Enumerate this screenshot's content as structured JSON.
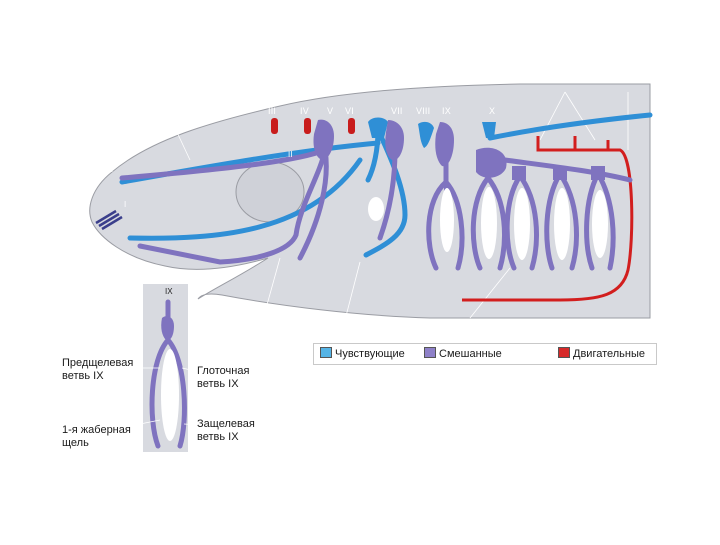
{
  "nerve_labels": [
    "III",
    "IV",
    "V",
    "VI",
    "VII",
    "VIII",
    "IX",
    "X"
  ],
  "small_labels": {
    "nerve_II": "II",
    "nerve_I": "I"
  },
  "inset": {
    "nerve": "IX",
    "pretrematic_branch": "Предщелевая\nветвь IX",
    "pharyngeal_branch": "Глоточная\nветвь IX",
    "gill_slit": "1-я жаберная\nщель",
    "posttrematic_branch": "Защелевая\nветвь IX"
  },
  "legend": [
    {
      "label": "Чувствующие",
      "color": "#55b4e6"
    },
    {
      "label": "Смешанные",
      "color": "#8e80c8"
    },
    {
      "label": "Двигательные",
      "color": "#d62a2a"
    }
  ],
  "colors": {
    "body": "#d9dbe1",
    "sensory": "#2f8fd6",
    "mixed": "#7f73bf",
    "motor": "#d21e1e",
    "gill": "#ffffff",
    "outline": "#6d6d6d"
  }
}
